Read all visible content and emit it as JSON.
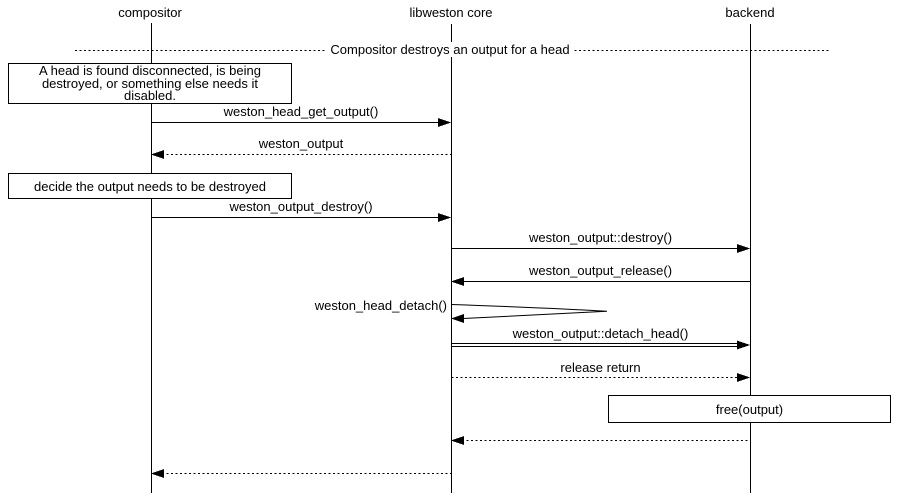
{
  "diagram": {
    "title": "Compositor destroys an output for a head",
    "colors": {
      "line": "#000000",
      "background": "#ffffff",
      "text": "#000000"
    },
    "actors": [
      {
        "name": "compositor"
      },
      {
        "name": "libweston core"
      },
      {
        "name": "backend"
      }
    ],
    "divider": {
      "label": "Compositor destroys an output for a head"
    },
    "notes": [
      {
        "over": "compositor",
        "lines": [
          "A head is found disconnected, is being",
          "destroyed, or something else needs it",
          "disabled."
        ]
      },
      {
        "over": "compositor",
        "lines": [
          "decide the output needs to be destroyed"
        ]
      },
      {
        "over": "backend",
        "lines": [
          "free(output)"
        ]
      }
    ],
    "messages": [
      {
        "label": "weston_head_get_output()",
        "from": "compositor",
        "to": "libweston core",
        "style": "solid"
      },
      {
        "label": "weston_output",
        "from": "libweston core",
        "to": "compositor",
        "style": "dashed"
      },
      {
        "label": "weston_output_destroy()",
        "from": "compositor",
        "to": "libweston core",
        "style": "solid"
      },
      {
        "label": "weston_output::destroy()",
        "from": "libweston core",
        "to": "backend",
        "style": "solid"
      },
      {
        "label": "weston_output_release()",
        "from": "backend",
        "to": "libweston core",
        "style": "solid"
      },
      {
        "label": "weston_head_detach()",
        "from": "libweston core",
        "to": "libweston core",
        "style": "self"
      },
      {
        "label": "weston_output::detach_head()",
        "from": "libweston core",
        "to": "backend",
        "style": "double"
      },
      {
        "label": "release return",
        "from": "libweston core",
        "to": "backend",
        "style": "dashed"
      },
      {
        "label": "",
        "from": "backend",
        "to": "libweston core",
        "style": "dashed"
      },
      {
        "label": "",
        "from": "libweston core",
        "to": "compositor",
        "style": "dashed"
      }
    ]
  }
}
